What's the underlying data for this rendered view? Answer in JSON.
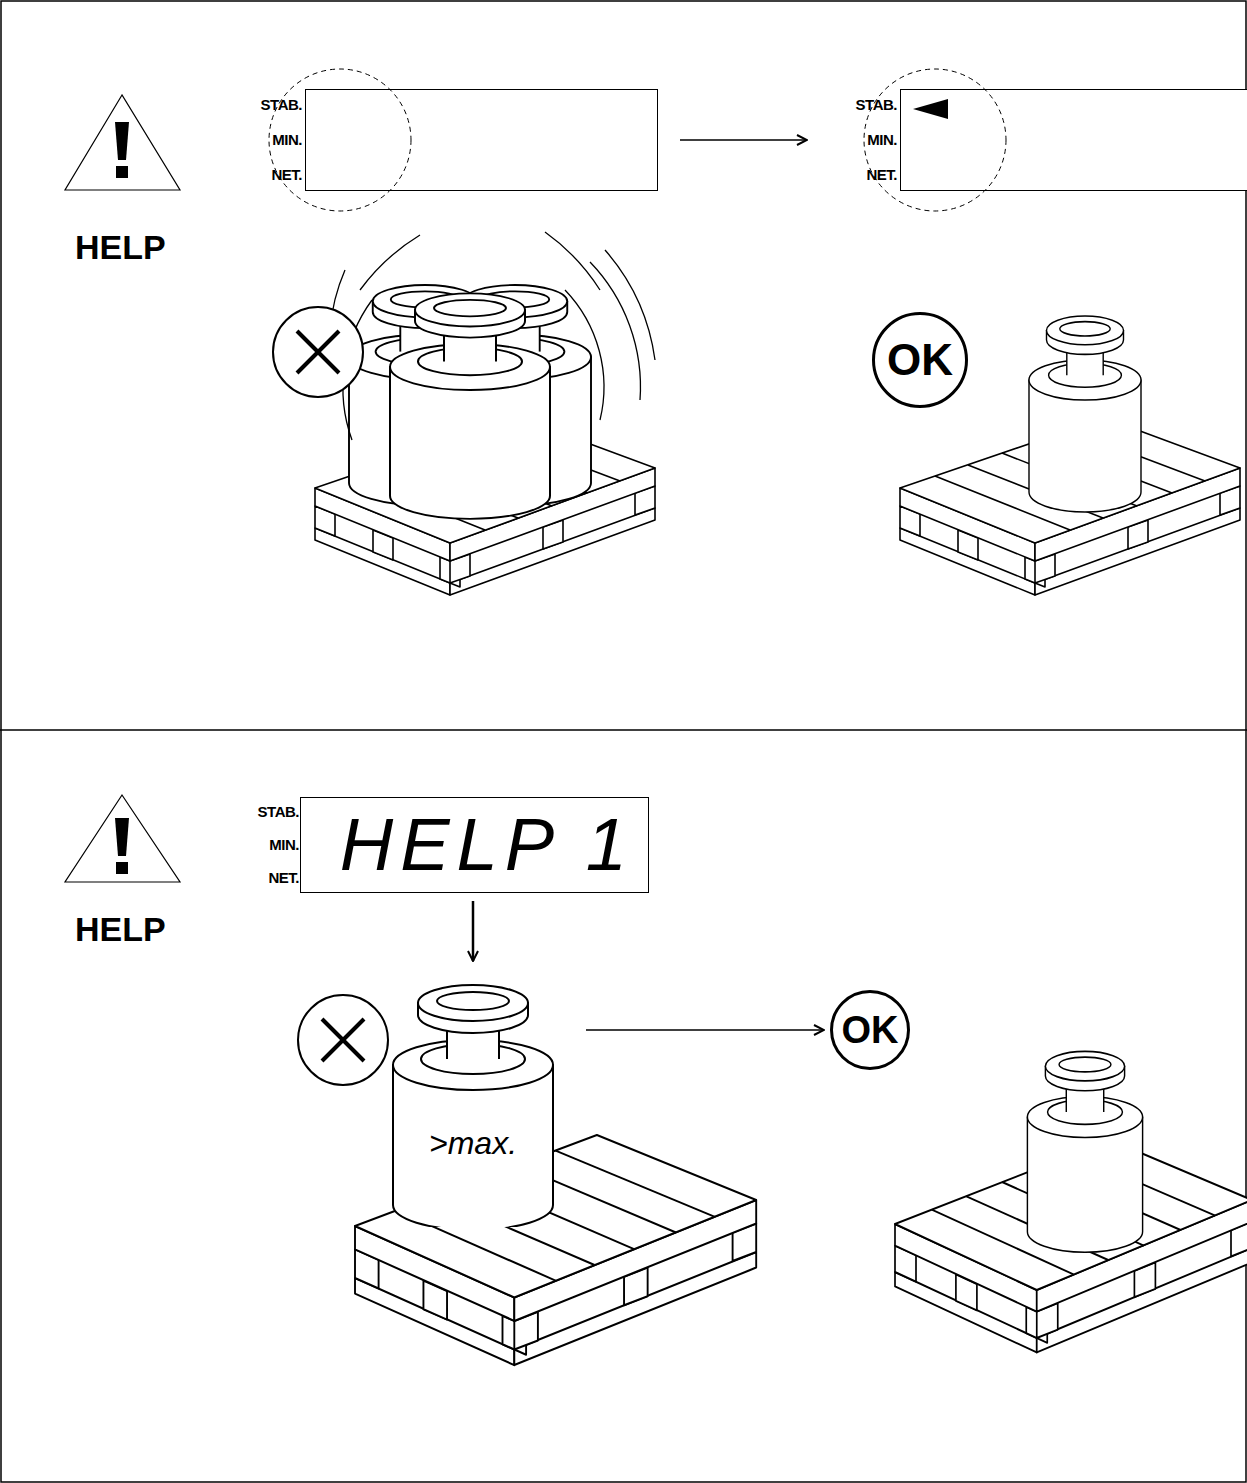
{
  "diagram": {
    "nodes": [
      {
        "text": [
          "STAB.",
          "MIN.",
          "NET."
        ]
      },
      {
        "text": [
          "STAB.",
          "MIN.",
          "NET."
        ]
      },
      {
        "text": [
          "OK"
        ]
      },
      {
        "text": [
          "STAB.",
          "MIN.",
          "NET.",
          "HELP 1"
        ]
      },
      {
        "text": [
          ">max."
        ]
      },
      {
        "text": [
          "OK"
        ]
      }
    ],
    "edges": [
      {
        "from": 0,
        "to": 1,
        "arrow": "to"
      },
      {
        "from": 3,
        "to": 4,
        "arrow": "to"
      },
      {
        "from": 4,
        "to": 5,
        "arrow": "to"
      }
    ],
    "labels": [
      "HELP",
      "HELP"
    ]
  }
}
